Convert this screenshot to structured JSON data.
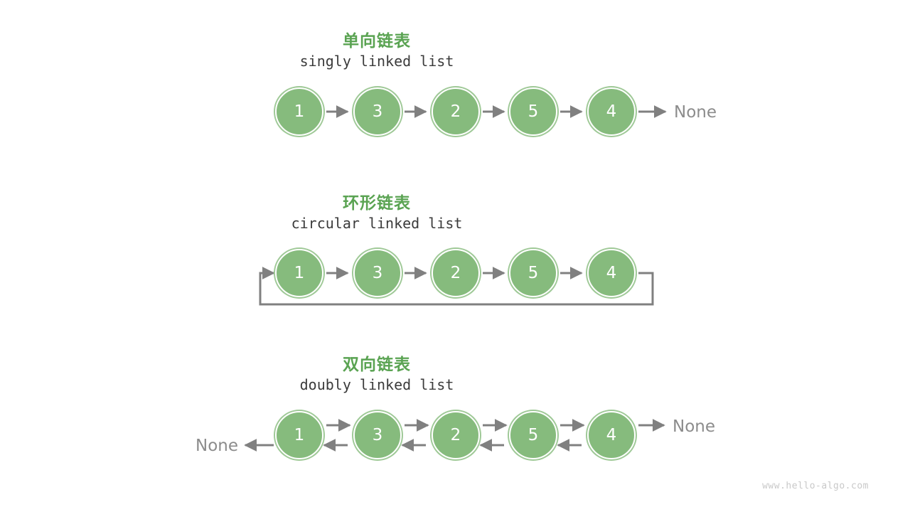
{
  "page": {
    "background": "#ffffff",
    "watermark": "www.hello-algo.com"
  },
  "palette": {
    "title_green": "#5aa352",
    "node_fill": "#86bb7d",
    "node_ring": "#9fc997",
    "node_text": "#ffffff",
    "arrow_gray": "#808080",
    "subtitle_gray": "#3b3b3b",
    "none_gray": "#8c8c8c",
    "watermark_gray": "#c9c9c9"
  },
  "diagrams": [
    {
      "id": "singly",
      "title": "单向链表",
      "subtitle": "singly linked list",
      "nodes": [
        "1",
        "3",
        "2",
        "5",
        "4"
      ],
      "tail_label": "None",
      "head_label": null
    },
    {
      "id": "circular",
      "title": "环形链表",
      "subtitle": "circular linked list",
      "nodes": [
        "1",
        "3",
        "2",
        "5",
        "4"
      ],
      "tail_label": null,
      "head_label": null
    },
    {
      "id": "doubly",
      "title": "双向链表",
      "subtitle": "doubly linked list",
      "nodes": [
        "1",
        "3",
        "2",
        "5",
        "4"
      ],
      "tail_label": "None",
      "head_label": "None"
    }
  ]
}
